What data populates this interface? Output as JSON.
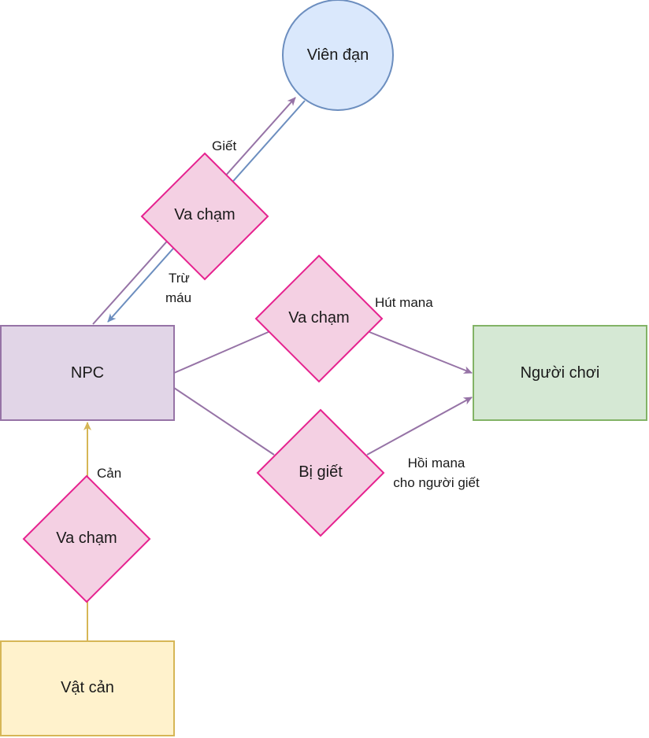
{
  "colors": {
    "purple_edge": "#9673a6",
    "blue_edge": "#6c8ebf",
    "gold_edge": "#d6b656",
    "diamond_fill": "#f4d0e3",
    "diamond_stroke": "#e6228f",
    "npc_fill": "#e1d5e7",
    "npc_stroke": "#9673a6",
    "bullet_fill": "#dae8fc",
    "bullet_stroke": "#6c8ebf",
    "player_fill": "#d5e8d4",
    "player_stroke": "#82b366",
    "obstacle_fill": "#fff2cc",
    "obstacle_stroke": "#d6b656"
  },
  "nodes": {
    "bullet": "Viên đạn",
    "npc": "NPC",
    "player": "Người chơi",
    "obstacle": "Vật cản",
    "collide_top": "Va chạm",
    "collide_mid": "Va chạm",
    "killed": "Bị giết",
    "collide_bottom": "Va chạm"
  },
  "edge_labels": {
    "kill": "Giết",
    "hp_line1": "Trừ",
    "hp_line2": "máu",
    "drain_mana": "Hút mana",
    "restore_line1": "Hồi mana",
    "restore_line2": "cho người giết",
    "block": "Cản"
  }
}
